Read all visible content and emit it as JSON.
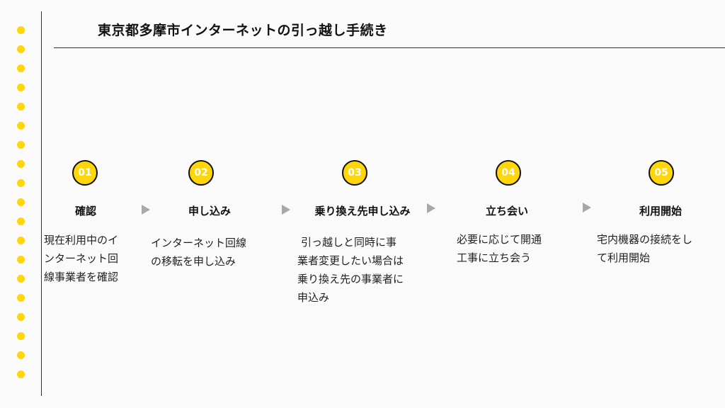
{
  "header": {
    "title": "東京都多摩市インターネットの引っ越し手続き"
  },
  "colors": {
    "accent": "#ffd60a",
    "arrow": "#a8a8a8",
    "line": "#333333"
  },
  "steps": [
    {
      "number": "01",
      "title": "確認",
      "lines": [
        "現在利用中のイ",
        "ンターネット回",
        "線事業者を確認"
      ]
    },
    {
      "number": "02",
      "title": "申し込み",
      "lines": [
        "インターネット回線",
        "の移転を申し込み"
      ]
    },
    {
      "number": "03",
      "title": "乗り換え先申し込み",
      "lines": [
        "引っ越しと同時に事",
        "業者変更したい場合は",
        "乗り換え先の事業者に",
        "申込み"
      ]
    },
    {
      "number": "04",
      "title": "立ち会い",
      "lines": [
        "必要に応じて開通",
        "工事に立ち会う"
      ]
    },
    {
      "number": "05",
      "title": "利用開始",
      "lines": [
        "宅内機器の接続をし",
        "て利用開始"
      ]
    }
  ],
  "arrow_icon": "triangle-right-icon"
}
